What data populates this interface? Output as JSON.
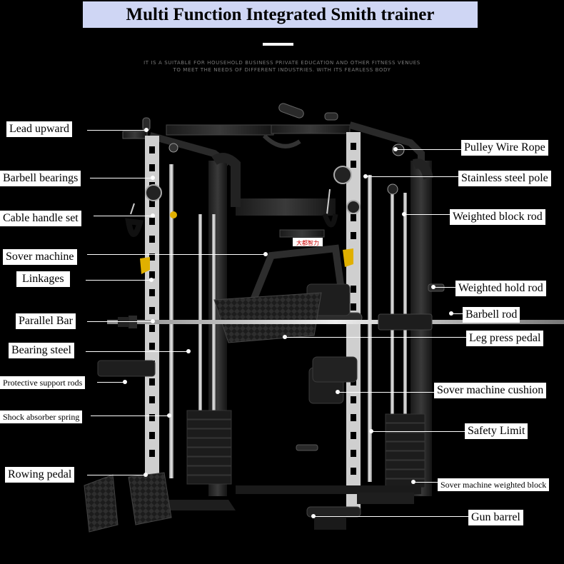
{
  "title": "Multi Function Integrated Smith trainer",
  "subtitle_line1": "IT IS A SUITABLE FOR HOUSEHOLD BUSINESS PRIVATE EDUCATION AND OTHER FITNESS VENUES",
  "subtitle_line2": "TO MEET THE NEEDS OF DIFFERENT INDUSTRIES. WITH ITS FEARLESS BODY",
  "brand_plate": "大都智力",
  "labels_left": {
    "lead_upward": "Lead upward",
    "barbell_bearings": "Barbell  bearings",
    "cable_handle_set": "Cable handle  set",
    "sover_machine": "Sover machine",
    "linkages": "Linkages",
    "parallel_bar": "Parallel  Bar",
    "bearing_steel": "Bearing  steel",
    "protective_support_rods": "Protective support rods",
    "shock_absorber_spring": "Shock absorber spring",
    "rowing_pedal": "Rowing pedal"
  },
  "labels_right": {
    "pulley_wire_rope": "Pulley  Wire Rope",
    "stainless_steel_pole": "Stainless  steel pole",
    "weighted_block_rod": "Weighted block rod",
    "weighted_hold_rod": "Weighted hold rod",
    "barbell_rod": "Barbell  rod",
    "leg_press_pedal": "Leg press pedal",
    "sover_machine_cushion": "Sover machine  cushion",
    "safety_limit": "Safety Limit",
    "sover_machine_weighted_block": "Sover machine weighted block",
    "gun_barrel": "Gun barrel"
  }
}
